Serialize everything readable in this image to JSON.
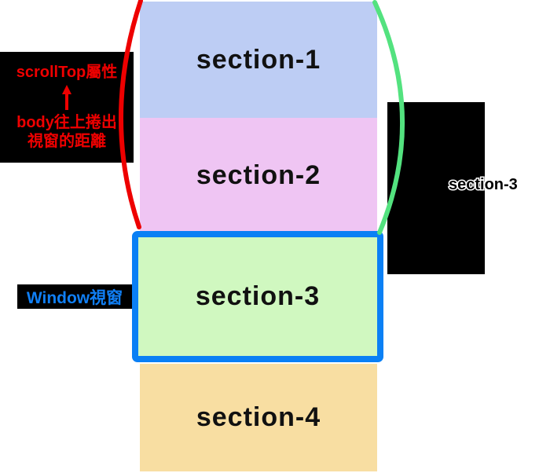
{
  "diagram": {
    "description_colors": {
      "section1_bg": "#bdcdf4",
      "section2_bg": "#efc5f3",
      "section3_bg": "#d0f8c0",
      "section4_bg": "#f8dea2",
      "viewport_border": "#0a80f5",
      "scrolltop_text": "#ee0000",
      "window_text": "#107ff5",
      "red_brace": "#ee0000",
      "green_brace": "#53e27f",
      "label_box_bg": "#000000"
    },
    "sections": [
      {
        "label": "section-1"
      },
      {
        "label": "section-2"
      },
      {
        "label": "section-3"
      },
      {
        "label": "section-4"
      }
    ],
    "scrolltop_label": {
      "line1": "scrollTop屬性",
      "line2": "body往上捲出",
      "line3": "視窗的距離"
    },
    "window_label": {
      "text": "Window視窗"
    },
    "right_label": {
      "text": "section-3",
      "fill": "#000000",
      "outline": "#ffffff"
    }
  }
}
